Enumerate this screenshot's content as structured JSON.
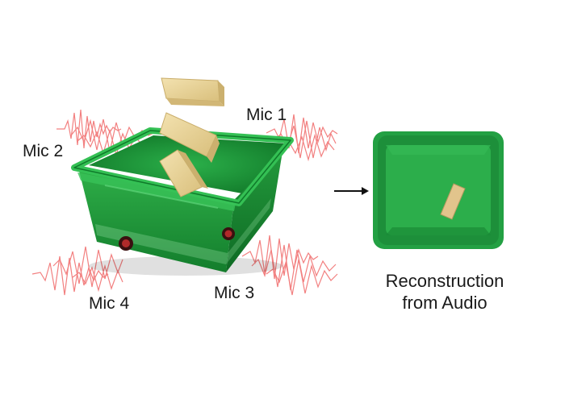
{
  "labels": {
    "mic1": "Mic 1",
    "mic2": "Mic 2",
    "mic3": "Mic 3",
    "mic4": "Mic 4"
  },
  "caption": {
    "line1": "Reconstruction",
    "line2": "from Audio"
  },
  "colors": {
    "bin_green": "#1d9a3a",
    "bin_dark": "#0d6e26",
    "bin_light": "#3fbf55",
    "wood": "#e8d49a",
    "wave": "#f06a6a",
    "arrow": "#111111"
  },
  "icons": {
    "arrow": "right-arrow-icon",
    "wave": "sound-wave-icon",
    "mic": "microphone-icon",
    "block": "wooden-block-icon"
  }
}
